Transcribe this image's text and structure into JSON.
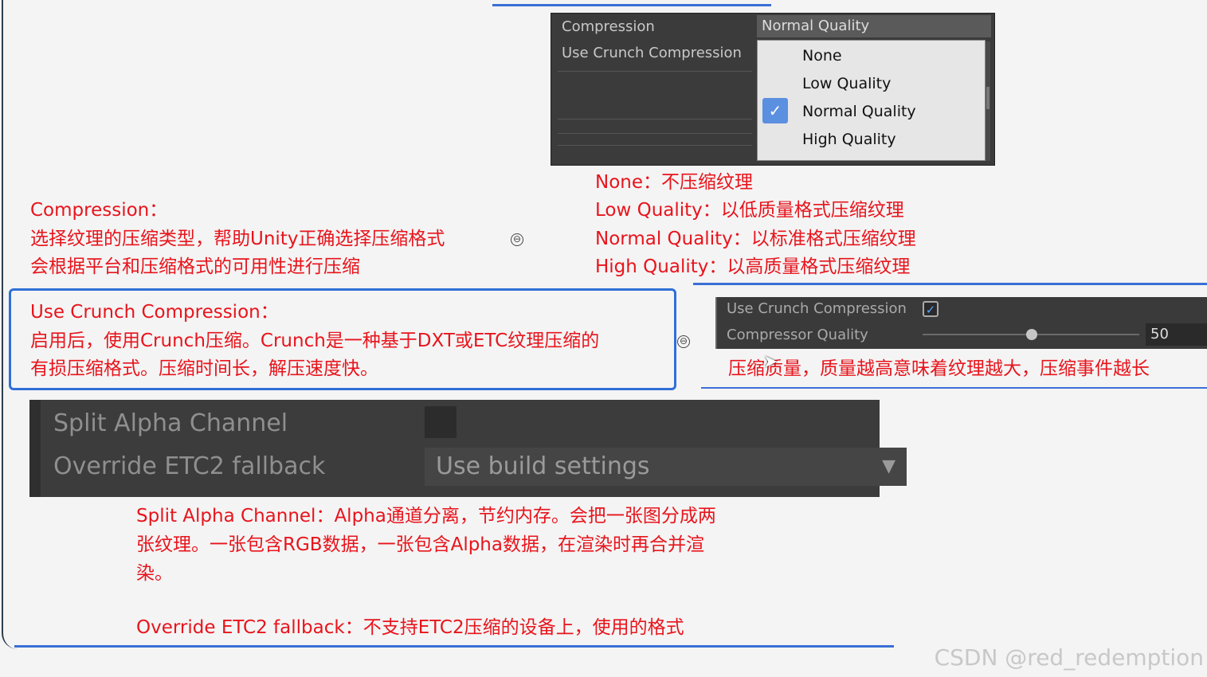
{
  "unity_compression": {
    "label_compression": "Compression",
    "label_crunch": "Use Crunch Compression",
    "field_value": "Normal Quality",
    "options": [
      "None",
      "Low Quality",
      "Normal Quality",
      "High Quality"
    ],
    "selected_option": "Normal Quality",
    "check_icon": "check-icon"
  },
  "quality_notes": {
    "none": "None：不压缩纹理",
    "low": "Low Quality：以低质量格式压缩纹理",
    "normal": "Normal Quality：以标准格式压缩纹理",
    "high": "High Quality：以高质量格式压缩纹理"
  },
  "compression_note": {
    "title": "Compression：",
    "line1": "选择纹理的压缩类型，帮助Unity正确选择压缩格式",
    "line2": "会根据平台和压缩格式的可用性进行压缩",
    "collapse_icon": "⊖"
  },
  "crunch_note": {
    "title": "Use Crunch Compression：",
    "line1": "启用后，使用Crunch压缩。Crunch是一种基于DXT或ETC纹理压缩的",
    "line2": "有损压缩格式。压缩时间长，解压速度快。",
    "collapse_icon": "⊖"
  },
  "crunch_panel": {
    "label_use_crunch": "Use Crunch Compression",
    "label_quality": "Compressor Quality",
    "quality_value": "50",
    "slider_fraction": 0.5,
    "checked": true,
    "note": "压缩质量，质量越高意味着纹理越大，压缩事件越长"
  },
  "split_panel": {
    "label_split_alpha": "Split Alpha Channel",
    "label_override": "Override ETC2 fallback",
    "dropdown_value": "Use build settings"
  },
  "split_note": {
    "line1": "Split Alpha Channel：Alpha通道分离，节约内存。会把一张图分成两",
    "line2": "张纹理。一张包含RGB数据，一张包含Alpha数据，在渲染时再合并渲",
    "line3": "染。",
    "override": "Override ETC2 fallback：不支持ETC2压缩的设备上，使用的格式"
  },
  "watermark": "CSDN @red_redemption",
  "colors": {
    "note_red": "#e8141c",
    "mindmap_blue": "#3a6fd6",
    "unity_dark": "#3b3b3b"
  }
}
